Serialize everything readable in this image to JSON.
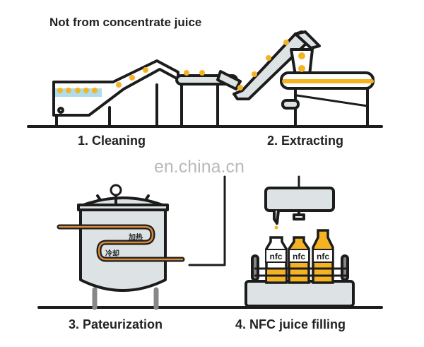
{
  "title": "Not from concentrate juice",
  "steps": [
    {
      "label": "1. Cleaning"
    },
    {
      "label": "2. Extracting"
    },
    {
      "label": "3. Pateurization"
    },
    {
      "label": "4. NFC juice filling"
    }
  ],
  "watermark": "en.china.cn",
  "tank_labels": {
    "heating": "加热",
    "cooling": "冷却"
  },
  "bottle_labels": [
    "nfc",
    "nfc",
    "nfc"
  ],
  "colors": {
    "juice": "#f5b324",
    "outline": "#1c1c1c",
    "metal": "#dde3e4",
    "water": "#aedcee",
    "pipe": "#b5651d"
  }
}
